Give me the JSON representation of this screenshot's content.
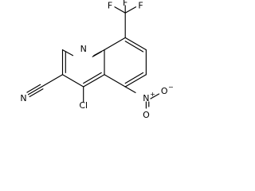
{
  "structure": {
    "atoms": {
      "ring_nitrogen": "N",
      "fluorine_top": "F",
      "fluorine_left": "F",
      "fluorine_right": "F",
      "nitrile_nitrogen": "N",
      "chlorine": "Cl",
      "nitro_nitrogen": "N",
      "nitro_oxygen_top": "O",
      "nitro_oxygen_right": "O"
    },
    "charges": {
      "nitro_nitrogen": "+",
      "nitro_oxygen_right": "−"
    }
  }
}
